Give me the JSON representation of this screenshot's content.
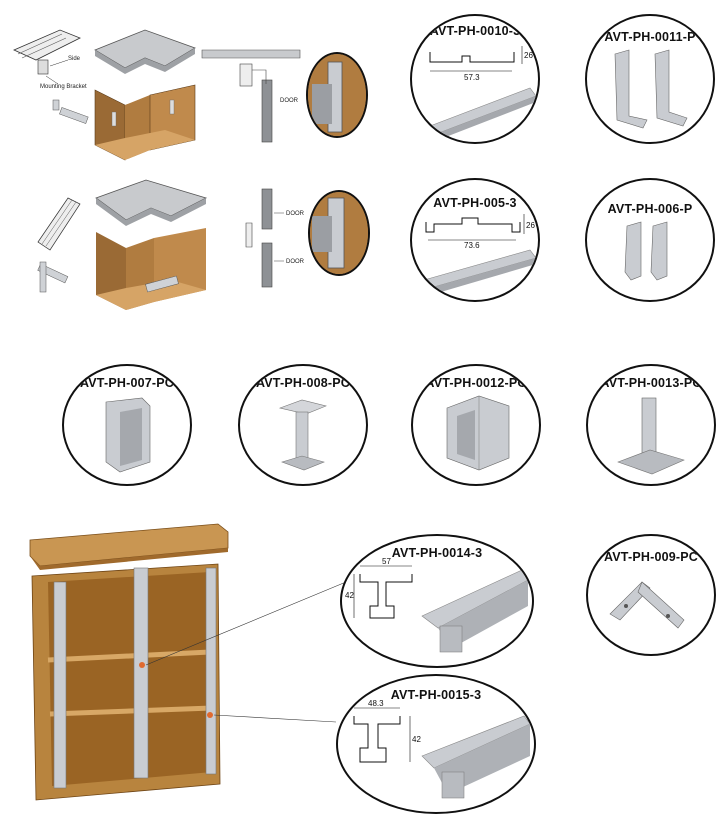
{
  "row1": {
    "diagram_labels": {
      "side": "Side",
      "bracket": "Mounting Bracket",
      "door": "DOOR"
    },
    "products": [
      {
        "code": "AVT-PH-0010-3",
        "dims": [
          "57.3",
          "26"
        ]
      },
      {
        "code": "AVT-PH-0011-P"
      }
    ]
  },
  "row2": {
    "diagram_labels": {
      "door_top": "DOOR",
      "door_bottom": "DOOR"
    },
    "products": [
      {
        "code": "AVT-PH-005-3",
        "dims": [
          "73.6",
          "26"
        ]
      },
      {
        "code": "AVT-PH-006-P"
      }
    ]
  },
  "row3": {
    "products": [
      {
        "code": "AVT-PH-007-PC"
      },
      {
        "code": "AVT-PH-008-PC"
      },
      {
        "code": "AVT-PH-0012-PC"
      },
      {
        "code": "AVT-PH-0013-PC"
      }
    ]
  },
  "row4": {
    "products": [
      {
        "code": "AVT-PH-0014-3",
        "dims": [
          "57",
          "42"
        ]
      },
      {
        "code": "AVT-PH-009-PC"
      },
      {
        "code": "AVT-PH-0015-3",
        "dims": [
          "48.3",
          "42"
        ]
      }
    ]
  },
  "colors": {
    "wood": "#b8843e",
    "wood_dark": "#8a5a22",
    "aluminum": "#c9ccd1",
    "outline": "#111111"
  }
}
